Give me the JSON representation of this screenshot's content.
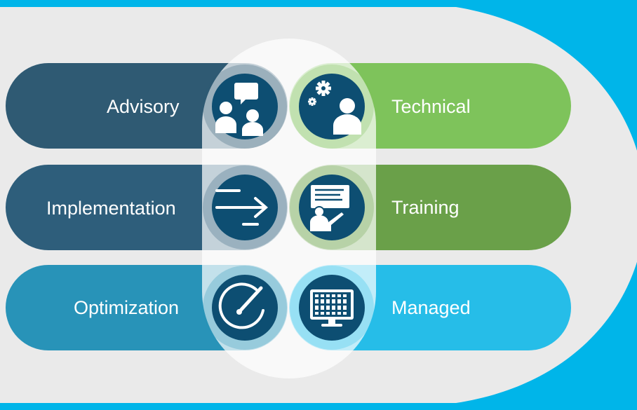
{
  "colors": {
    "background_accent": "#00b5e9",
    "panel": "#eaeaea",
    "center_highlight": "#f7f7f7",
    "advisory": "#2f5a73",
    "implementation": "#2e5e7b",
    "optimization": "#2893b8",
    "technical": "#7ec35b",
    "training": "#6aa049",
    "managed": "#26bde8",
    "icon_fill": "#0d4e72",
    "icon_glyph": "#ffffff"
  },
  "services": {
    "left": [
      {
        "label": "Advisory",
        "icon": "advisory-people-chat-icon"
      },
      {
        "label": "Implementation",
        "icon": "implementation-arrow-icon"
      },
      {
        "label": "Optimization",
        "icon": "optimization-gauge-icon"
      }
    ],
    "right": [
      {
        "label": "Technical",
        "icon": "technical-gears-person-icon"
      },
      {
        "label": "Training",
        "icon": "training-presenter-icon"
      },
      {
        "label": "Managed",
        "icon": "managed-monitor-icon"
      }
    ]
  }
}
